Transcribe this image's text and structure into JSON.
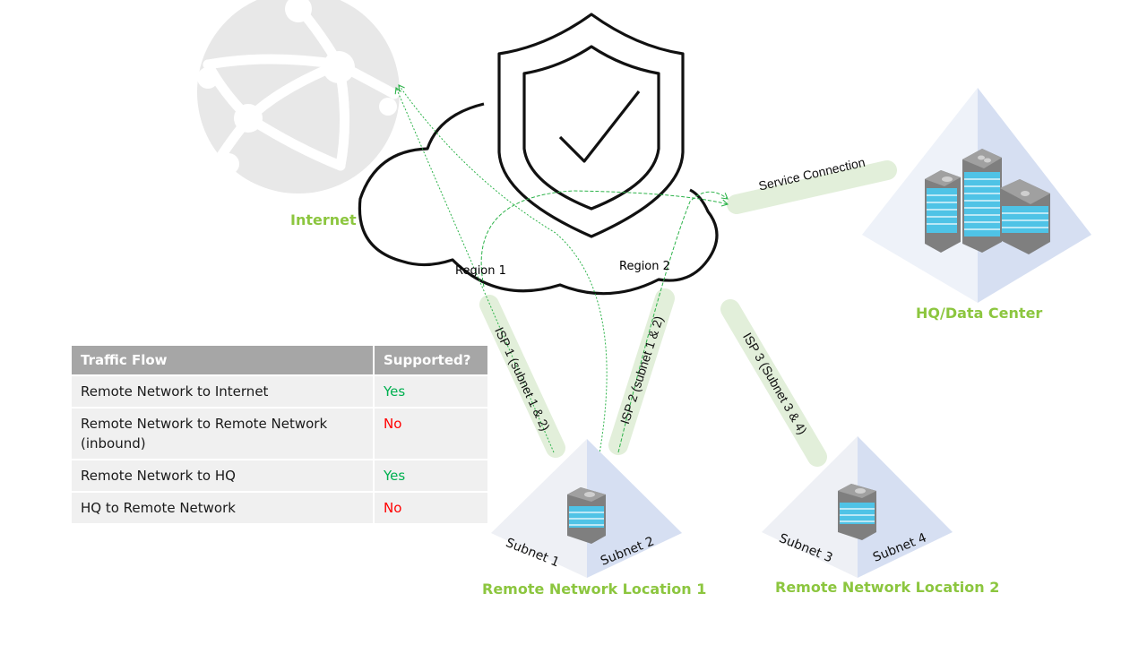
{
  "colors": {
    "label_green": "#8cc63f",
    "yes": "#00b050",
    "no": "#ff0000",
    "pipe_fill": "#e2efda",
    "flow_line": "#2db34a",
    "table_header": "#a6a6a6",
    "table_row": "#f0f0f0",
    "pyramid_light": "#eef2f9",
    "pyramid_dark": "#d6dff2"
  },
  "icons": {
    "globe": "globe-network-icon",
    "shield": "shield-check-icon",
    "cloud": "cloud-icon",
    "hq_buildings": "office-buildings-icon",
    "branch_building": "office-building-icon"
  },
  "labels": {
    "internet": "Internet",
    "region1": "Region 1",
    "region2": "Region 2",
    "service_connection": "Service Connection",
    "hq": "HQ/Data Center",
    "isp1": "ISP 1 (subnet 1 & 2)",
    "isp2": "ISP 2 (subnet 1 & 2)",
    "isp3": "ISP 3 (Subnet 3 & 4)",
    "rn1": "Remote Network Location 1",
    "rn2": "Remote Network Location 2",
    "subnet1": "Subnet 1",
    "subnet2": "Subnet 2",
    "subnet3": "Subnet 3",
    "subnet4": "Subnet 4"
  },
  "table": {
    "headers": [
      "Traffic Flow",
      "Supported?"
    ],
    "rows": [
      {
        "flow": "Remote Network to Internet",
        "supported": "Yes",
        "status": "yes"
      },
      {
        "flow": "Remote Network to Remote Network (inbound)",
        "supported": "No",
        "status": "no"
      },
      {
        "flow": "Remote Network to HQ",
        "supported": "Yes",
        "status": "yes"
      },
      {
        "flow": "HQ to Remote Network",
        "supported": "No",
        "status": "no"
      }
    ]
  }
}
